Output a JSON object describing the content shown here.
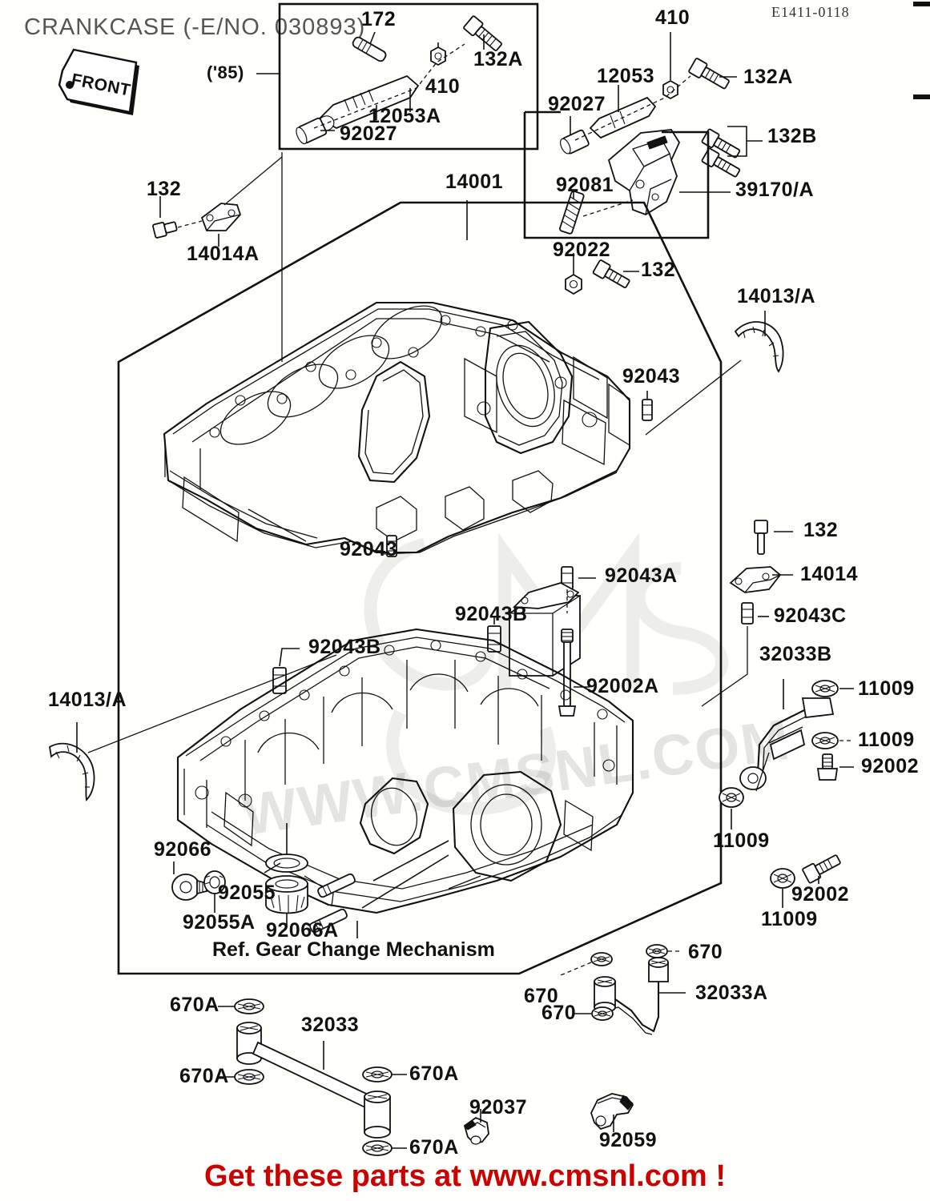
{
  "header": {
    "title": "CRANKCASE (-E/NO. 030893)",
    "ref_code": "E1411-0118",
    "front_marker": "FRONT"
  },
  "footer": {
    "promo_text": "Get these parts at www.cmsnl.com !"
  },
  "watermark": {
    "text": "WWW.CMSNL.COM"
  },
  "notes": {
    "gear_change_ref": "Ref. Gear Change Mechanism",
    "year_inset": "('85)"
  },
  "inset_box": {
    "year_label": "('85)",
    "callouts": [
      {
        "id": "172",
        "label": "172"
      },
      {
        "id": "132A",
        "label": "132A"
      },
      {
        "id": "410",
        "label": "410"
      },
      {
        "id": "12053A",
        "label": "12053A"
      },
      {
        "id": "92027",
        "label": "92027"
      }
    ]
  },
  "upper_right_group": {
    "callouts": [
      {
        "id": "410",
        "label": "410"
      },
      {
        "id": "12053",
        "label": "12053"
      },
      {
        "id": "132A",
        "label": "132A"
      },
      {
        "id": "92027",
        "label": "92027"
      },
      {
        "id": "132B",
        "label": "132B"
      },
      {
        "id": "92081",
        "label": "92081"
      },
      {
        "id": "39170A",
        "label": "39170/A"
      },
      {
        "id": "92022",
        "label": "92022"
      },
      {
        "id": "132",
        "label": "132"
      }
    ]
  },
  "main_diagram": {
    "callouts": [
      {
        "id": "132-left",
        "label": "132"
      },
      {
        "id": "14014A",
        "label": "14014A"
      },
      {
        "id": "14001",
        "label": "14001"
      },
      {
        "id": "14013A-right",
        "label": "14013/A"
      },
      {
        "id": "92043-right",
        "label": "92043"
      },
      {
        "id": "92043-mid",
        "label": "92043"
      },
      {
        "id": "92043A",
        "label": "92043A"
      },
      {
        "id": "92043B-mid",
        "label": "92043B"
      },
      {
        "id": "92043B-left",
        "label": "92043B"
      },
      {
        "id": "92002A",
        "label": "92002A"
      },
      {
        "id": "132-right",
        "label": "132"
      },
      {
        "id": "14014",
        "label": "14014"
      },
      {
        "id": "92043C",
        "label": "92043C"
      },
      {
        "id": "32033B",
        "label": "32033B"
      },
      {
        "id": "11009-a",
        "label": "11009"
      },
      {
        "id": "11009-b",
        "label": "11009"
      },
      {
        "id": "92002-a",
        "label": "92002"
      },
      {
        "id": "11009-c",
        "label": "11009"
      },
      {
        "id": "11009-d",
        "label": "11009"
      },
      {
        "id": "92002-b",
        "label": "92002"
      },
      {
        "id": "14013A-left",
        "label": "14013/A"
      },
      {
        "id": "92066",
        "label": "92066"
      },
      {
        "id": "92055",
        "label": "92055"
      },
      {
        "id": "92055A",
        "label": "92055A"
      },
      {
        "id": "92066A",
        "label": "92066A"
      }
    ]
  },
  "lower_group": {
    "callouts": [
      {
        "id": "670A-1",
        "label": "670A"
      },
      {
        "id": "670A-2",
        "label": "670A"
      },
      {
        "id": "670A-3",
        "label": "670A"
      },
      {
        "id": "670A-4",
        "label": "670A"
      },
      {
        "id": "32033",
        "label": "32033"
      },
      {
        "id": "670-1",
        "label": "670"
      },
      {
        "id": "670-2",
        "label": "670"
      },
      {
        "id": "670-3",
        "label": "670"
      },
      {
        "id": "32033A",
        "label": "32033A"
      },
      {
        "id": "92037",
        "label": "92037"
      },
      {
        "id": "92059",
        "label": "92059"
      }
    ]
  }
}
